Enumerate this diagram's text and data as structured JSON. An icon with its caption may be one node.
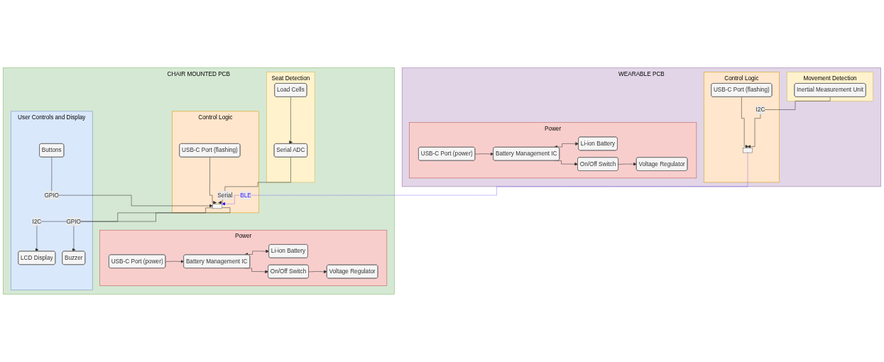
{
  "diagram": {
    "nodes": [
      {
        "text": [
          "CHAIR MOUNTED PCB"
        ]
      },
      {
        "text": [
          "Control Logic"
        ],
        "in": 0
      },
      {
        "text": [],
        "shape": "box",
        "in": 1
      },
      {
        "text": [
          "USB-C Port (flashing)"
        ],
        "in": 1
      },
      {
        "text": [
          "Seat Detection"
        ],
        "in": 0
      },
      {
        "text": [
          "Load Cells"
        ],
        "in": 4
      },
      {
        "text": [
          "Serial ADC"
        ],
        "in": 4
      },
      {
        "text": [
          "Power"
        ],
        "in": 0
      },
      {
        "text": [
          "USB-C Port (power)"
        ],
        "in": 7
      },
      {
        "text": [
          "Battery Management IC"
        ],
        "in": 7
      },
      {
        "text": [
          "Li-ion Battery"
        ],
        "in": 7
      },
      {
        "text": [
          "On/Off Switch"
        ],
        "in": 7
      },
      {
        "text": [
          "Voltage Regulator"
        ],
        "in": 7
      },
      {
        "text": [
          "User Controls and Display"
        ],
        "in": 0
      },
      {
        "text": [
          "Buttons"
        ],
        "in": 13
      },
      {
        "text": [
          "LCD Display"
        ],
        "in": 13
      },
      {
        "text": [
          "Buzzer"
        ],
        "in": 13
      },
      {
        "text": [
          "WEARABLE PCB"
        ]
      },
      {
        "text": [
          "Control Logic"
        ],
        "in": 17
      },
      {
        "text": [],
        "shape": "box",
        "in": 18
      },
      {
        "text": [
          "USB-C Port (flashing)"
        ],
        "in": 18
      },
      {
        "text": [
          "Movement Detection"
        ],
        "in": 17
      },
      {
        "text": [
          "Inertial Measurement Unit"
        ],
        "in": 21
      },
      {
        "text": [
          "Power"
        ],
        "in": 17
      },
      {
        "text": [
          "USB-C Port (power)"
        ],
        "in": 23
      },
      {
        "text": [
          "Battery Management IC"
        ],
        "in": 23
      },
      {
        "text": [
          "Li-ion Battery"
        ],
        "in": 23
      },
      {
        "text": [
          "On/Off Switch"
        ],
        "in": 23
      },
      {
        "text": [
          "Voltage Regulator"
        ],
        "in": 23
      }
    ],
    "edges": [
      {
        "from": 3,
        "to": 2,
        "arrow": "to"
      },
      {
        "from": 6,
        "to": 2,
        "arrow": "to",
        "label": "Serial"
      },
      {
        "from": 5,
        "to": 6,
        "arrow": "to"
      },
      {
        "from": 14,
        "to": 2,
        "arrow": "to",
        "label": "GPIO"
      },
      {
        "from": 2,
        "to": 15,
        "arrow": "to",
        "label": "I2C"
      },
      {
        "from": 2,
        "to": 16,
        "arrow": "to",
        "label": "GPIO"
      },
      {
        "from": 8,
        "to": 9,
        "arrow": "to"
      },
      {
        "from": 9,
        "to": 10,
        "arrow": "both"
      },
      {
        "from": 9,
        "to": 11,
        "arrow": "to"
      },
      {
        "from": 11,
        "to": 12,
        "arrow": "to"
      },
      {
        "from": 19,
        "to": 2,
        "arrow": "to",
        "label": "BLE",
        "style": "dashed",
        "color": "#3311ff"
      },
      {
        "from": 20,
        "to": 19,
        "arrow": "to"
      },
      {
        "from": 22,
        "to": 19,
        "arrow": "to",
        "label": "I2C"
      },
      {
        "from": 24,
        "to": 25,
        "arrow": "to"
      },
      {
        "from": 25,
        "to": 26,
        "arrow": "both"
      },
      {
        "from": 25,
        "to": 27,
        "arrow": "to"
      },
      {
        "from": 27,
        "to": 28,
        "arrow": "to"
      }
    ]
  }
}
